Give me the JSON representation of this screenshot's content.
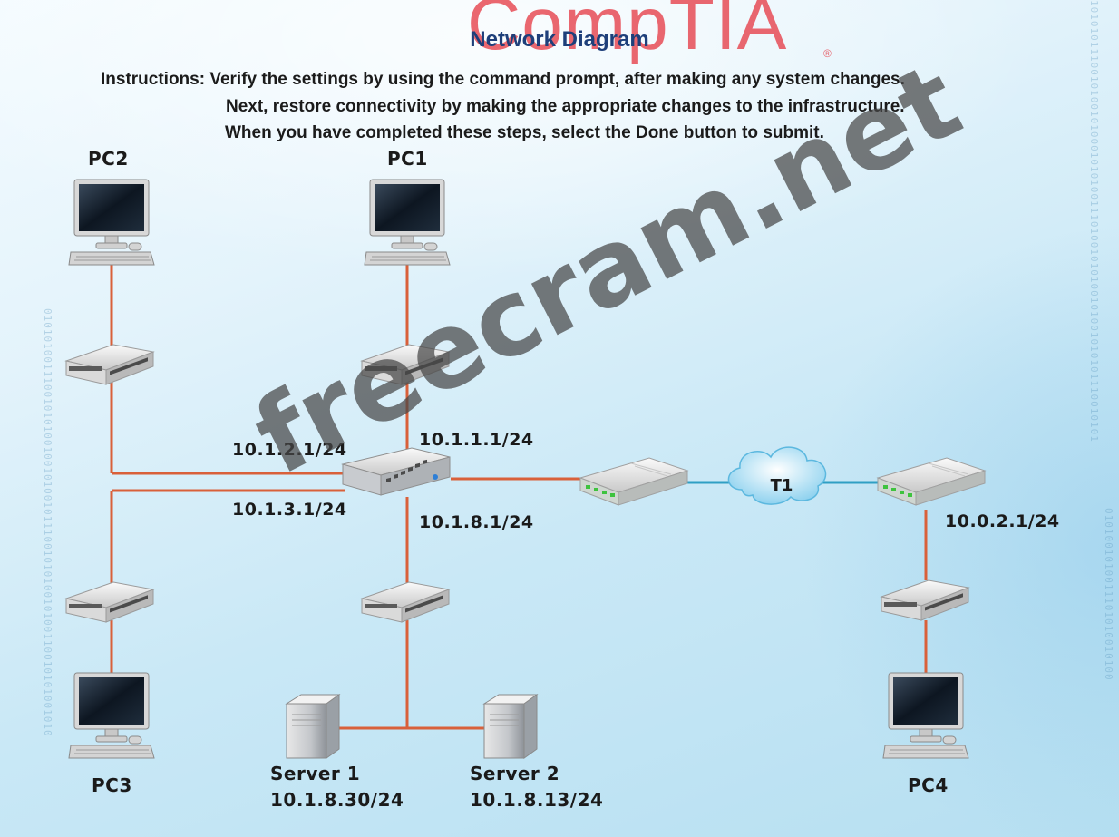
{
  "logo": {
    "text": "CompTIA",
    "reg": "®"
  },
  "title": "Network Diagram",
  "instructions": [
    "Instructions: Verify the settings by using the command prompt, after making any system changes.",
    "Next, restore connectivity by making the appropriate changes to the infrastructure.",
    "When you have completed these steps, select the Done button to submit."
  ],
  "devices": {
    "pc1": "PC1",
    "pc2": "PC2",
    "pc3": "PC3",
    "pc4": "PC4",
    "server1": {
      "name": "Server 1",
      "ip": "10.1.8.30/24"
    },
    "server2": {
      "name": "Server 2",
      "ip": "10.1.8.13/24"
    },
    "cloud": "T1"
  },
  "interfaces": {
    "pc2_side": "10.1.2.1/24",
    "pc1_side": "10.1.1.1/24",
    "pc3_side": "10.1.3.1/24",
    "server_side": "10.1.8.1/24",
    "remote": "10.0.2.1/24"
  },
  "watermark": "freecram.net",
  "colors": {
    "cable": "#d9603a",
    "wan_link": "#2f9fc4",
    "title": "#1e3f7a",
    "logo": "#e63c46"
  }
}
